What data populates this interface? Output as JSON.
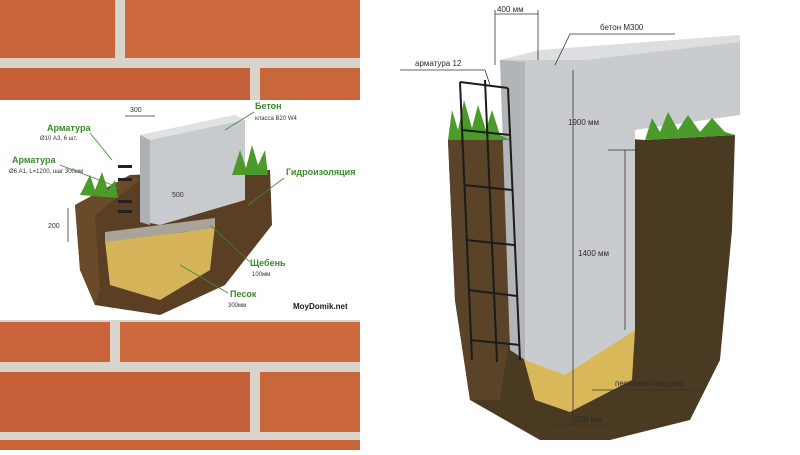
{
  "left_diagram": {
    "dimension_width": "300",
    "dimension_height": "500",
    "dimension_depth": "200",
    "labels": {
      "armatura_top_title": "Арматура",
      "armatura_top_spec": "Ø10 А3, 6 шт.",
      "armatura_bottom_title": "Арматура",
      "armatura_bottom_spec": "Ø6 А1, L=1200, шаг 300мм",
      "beton_title": "Бетон",
      "beton_spec": "класса В20 W4",
      "hydro_title": "Гидроизоляция",
      "gravel_title": "Щебень",
      "gravel_spec": "100мм",
      "sand_title": "Песок",
      "sand_spec": "300мм"
    },
    "watermark": "MoyDomik.net"
  },
  "right_diagram": {
    "width_label": "400 мм",
    "concrete_label": "бетон М300",
    "rebar_label": "арматура 12",
    "height_total": "1900 мм",
    "depth_label": "1400 мм",
    "cushion_label": "песчаная подушка",
    "cushion_height": "200 мм"
  },
  "colors": {
    "brick": "#c9643a",
    "mortar": "#d8d4cc",
    "concrete": "#c9ccce",
    "soil": "#4a3a22",
    "grass": "#4a9a2c",
    "sand": "#d9b85a",
    "label_green": "#3a8a2a"
  }
}
